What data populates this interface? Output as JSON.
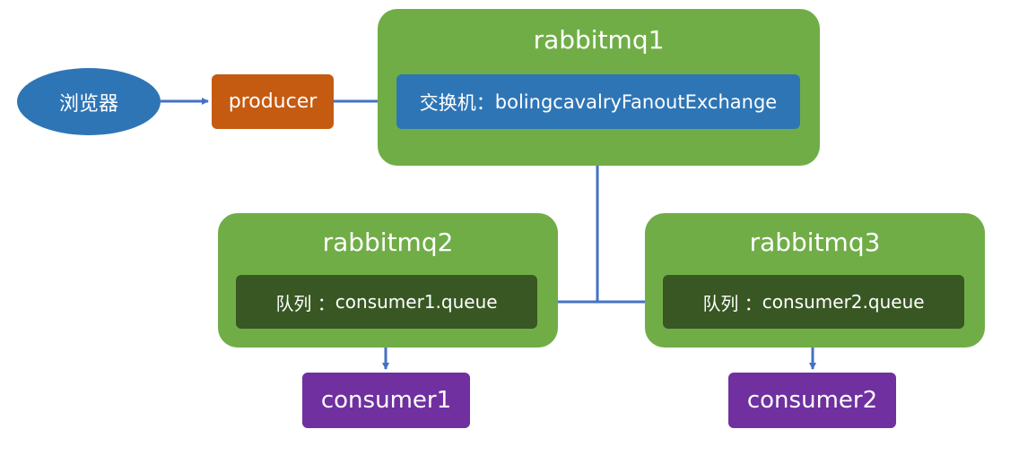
{
  "colors": {
    "server_green": "#70AD47",
    "exchange_blue": "#2E75B6",
    "queue_dark": "#385723",
    "producer_orange": "#C55A11",
    "consumer_purple": "#7030A0",
    "browser_blue": "#2E75B6",
    "edge": "#4472C4"
  },
  "browser": {
    "label": "浏览器"
  },
  "producer": {
    "label": "producer"
  },
  "rabbitmq1": {
    "title": "rabbitmq1",
    "exchange": {
      "prefix": "交换机：",
      "name": "bolingcavalryFanoutExchange"
    }
  },
  "rabbitmq2": {
    "title": "rabbitmq2",
    "queue": {
      "prefix": "队列 ：",
      "name": "consumer1.queue"
    }
  },
  "rabbitmq3": {
    "title": "rabbitmq3",
    "queue": {
      "prefix": "队列 ：",
      "name": "consumer2.queue"
    }
  },
  "consumer1": {
    "label": "consumer1"
  },
  "consumer2": {
    "label": "consumer2"
  }
}
